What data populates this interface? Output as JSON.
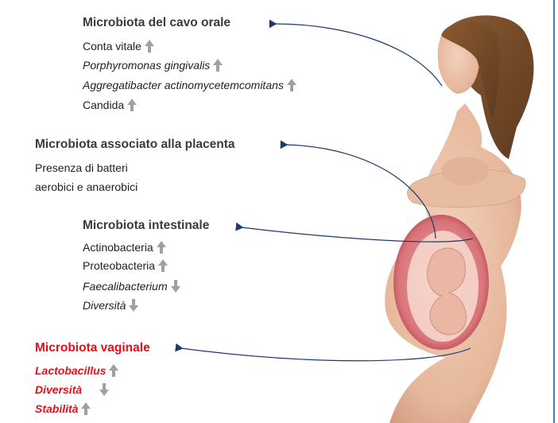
{
  "colors": {
    "heading": "#3b3b3b",
    "accent_red": "#e3101c",
    "arrow_gray": "#9a9a9a",
    "connector": "#1c3a6e",
    "frame": "#4a78b8"
  },
  "sections": {
    "oral": {
      "title": "Microbiota del cavo orale",
      "items": [
        {
          "text": "Conta vitale",
          "trend": "up"
        },
        {
          "text": "Porphyromonas gingivalis",
          "trend": "up"
        },
        {
          "text": "Aggregatibacter actinomycetemcomitans",
          "trend": "up"
        },
        {
          "text": "Candida",
          "trend": "up"
        }
      ]
    },
    "placenta": {
      "title": "Microbiota associato alla placenta",
      "lines": [
        "Presenza di batteri",
        "aerobici e anaerobici"
      ]
    },
    "gut": {
      "title": "Microbiota intestinale",
      "items": [
        {
          "text": "Actinobacteria",
          "trend": "up"
        },
        {
          "text": "Proteobacteria",
          "trend": "up"
        },
        {
          "text": "Faecalibacterium",
          "trend": "down"
        },
        {
          "text": "Diversità",
          "trend": "down"
        }
      ]
    },
    "vaginal": {
      "title": "Microbiota vaginale",
      "items": [
        {
          "text": "Lactobacillus",
          "trend": "up"
        },
        {
          "text": "Diversità",
          "trend": "down"
        },
        {
          "text": "Stabilità",
          "trend": "up"
        }
      ]
    }
  }
}
